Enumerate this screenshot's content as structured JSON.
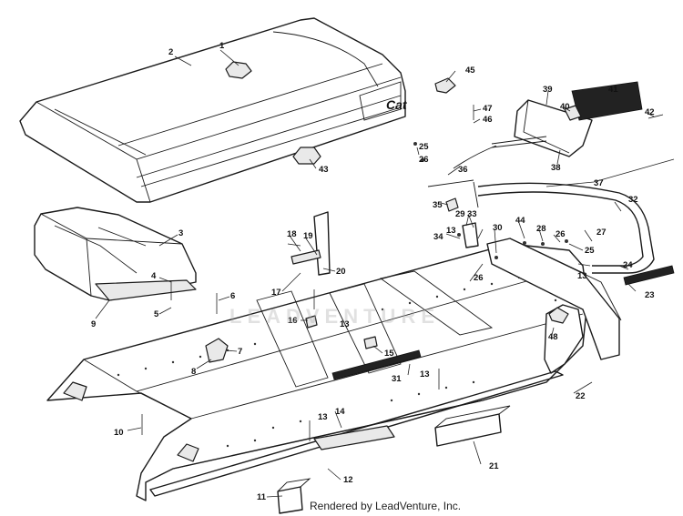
{
  "footer": "Rendered by LeadVenture, Inc.",
  "watermark": "LEADVENTURE",
  "logo_text": "Cat",
  "callouts": [
    "1",
    "2",
    "3",
    "4",
    "5",
    "6",
    "7",
    "8",
    "9",
    "10",
    "11",
    "12",
    "13",
    "13",
    "13",
    "13",
    "13",
    "14",
    "15",
    "16",
    "17",
    "18",
    "19",
    "20",
    "21",
    "22",
    "23",
    "24",
    "25",
    "25",
    "26",
    "26",
    "26",
    "27",
    "28",
    "29",
    "30",
    "31",
    "32",
    "33",
    "34",
    "35",
    "36",
    "37",
    "38",
    "39",
    "40",
    "41",
    "42",
    "43",
    "44",
    "45",
    "46",
    "47",
    "48"
  ],
  "colors": {
    "line": "#1a1a1a",
    "background": "#ffffff",
    "watermark": "#aaaaaa"
  }
}
